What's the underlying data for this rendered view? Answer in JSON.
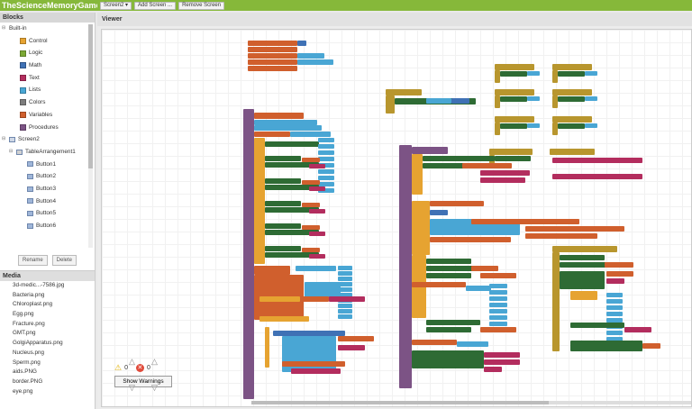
{
  "app_title": "TheScienceMemoryGame",
  "toolbar": {
    "screen_select": "Screen2 ▾",
    "add_screen": "Add Screen ...",
    "remove_screen": "Remove Screen"
  },
  "blocks_panel": {
    "header": "Blocks",
    "builtin_label": "Built-in",
    "builtin": [
      {
        "label": "Control",
        "color": "#e6a331"
      },
      {
        "label": "Logic",
        "color": "#7ba834"
      },
      {
        "label": "Math",
        "color": "#3f71b5"
      },
      {
        "label": "Text",
        "color": "#b32d5e"
      },
      {
        "label": "Lists",
        "color": "#49a6d4"
      },
      {
        "label": "Colors",
        "color": "#7d7d7d"
      },
      {
        "label": "Variables",
        "color": "#d05f2d"
      },
      {
        "label": "Procedures",
        "color": "#7c5385"
      }
    ],
    "screen_label": "Screen2",
    "arrangement_label": "TableArrangement1",
    "buttons": [
      "Button1",
      "Button2",
      "Button3",
      "Button4",
      "Button5",
      "Button6"
    ],
    "rename": "Rename",
    "delete": "Delete"
  },
  "media_panel": {
    "header": "Media",
    "items": [
      "3d-medic...-7586.jpg",
      "Bacteria.png",
      "Chloroplast.png",
      "Egg.png",
      "Fracture.png",
      "GMT.png",
      "GolgiApparatus.png",
      "Nucleus.png",
      "Sperm.png",
      "aids.PNG",
      "border.PNG",
      "eye.png"
    ]
  },
  "viewer": {
    "header": "Viewer",
    "warnings_count": "0",
    "errors_count": "0",
    "show_warnings": "Show Warnings"
  },
  "colors": {
    "topbar": "#86b83a",
    "control": "#e6a331",
    "logic": "#7ba834",
    "math": "#3f71b5",
    "text": "#b32d5e",
    "lists": "#49a6d4",
    "variables": "#d05f2d",
    "procedures": "#7c5385",
    "component": "#2e6b34",
    "event": "#b8962e"
  }
}
